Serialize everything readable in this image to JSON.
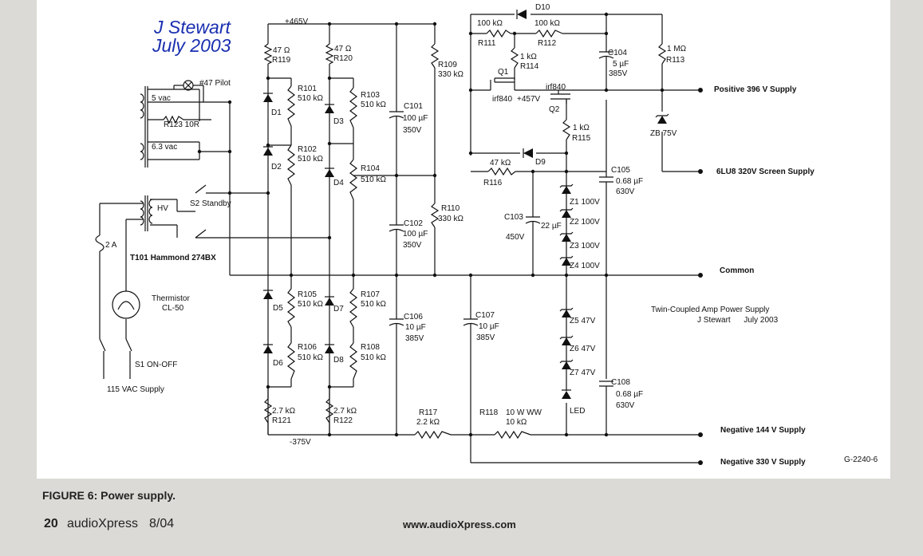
{
  "signature": {
    "name": "J Stewart",
    "date": "July 2003"
  },
  "figure_caption": "FIGURE 6: Power supply.",
  "footer": {
    "page_number": "20",
    "magazine": "audioXpress",
    "issue": "8/04",
    "url": "www.audioXpress.com"
  },
  "drawing_number": "G-2240-6",
  "title_block": {
    "line1": "Twin-Coupled Amp Power Supply",
    "line2": "J Stewart      July 2003"
  },
  "rails": {
    "top": "+465V",
    "bottom": "-375V",
    "q_node": "+457V"
  },
  "outputs": {
    "pos396": "Positive 396 V Supply",
    "screen": "6LU8 320V Screen Supply",
    "common": "Common",
    "neg144": "Negative 144 V Supply",
    "neg330": "Negative 330 V Supply"
  },
  "mains": {
    "pilot": "#47 Pilot",
    "v5": "5 vac",
    "r123": "R123  10R",
    "v63": "6.3 vac",
    "hv": "HV",
    "standby": "S2 Standby",
    "fuse": "2 A",
    "transformer": "T101 Hammond 274BX",
    "thermistor": "Thermistor",
    "thermistor_type": "CL-50",
    "switch": "S1  ON-OFF",
    "supply": "115 VAC Supply"
  },
  "resistors": {
    "r119": {
      "value": "47 Ω",
      "ref": "R119"
    },
    "r120": {
      "value": "47 Ω",
      "ref": "R120"
    },
    "r101": {
      "ref": "R101",
      "value": "510 kΩ"
    },
    "r102": {
      "ref": "R102",
      "value": "510 kΩ"
    },
    "r103": {
      "ref": "R103",
      "value": "510 kΩ"
    },
    "r104": {
      "ref": "R104",
      "value": "510 kΩ"
    },
    "r105": {
      "ref": "R105",
      "value": "510 kΩ"
    },
    "r106": {
      "ref": "R106",
      "value": "510 kΩ"
    },
    "r107": {
      "ref": "R107",
      "value": "510 kΩ"
    },
    "r108": {
      "ref": "R108",
      "value": "510 kΩ"
    },
    "r109": {
      "ref": "R109",
      "value": "330 kΩ"
    },
    "r110": {
      "ref": "R110",
      "value": "330 kΩ"
    },
    "r111": {
      "value": "100 kΩ",
      "ref": "R111"
    },
    "r112": {
      "value": "100 kΩ",
      "ref": "R112"
    },
    "r113": {
      "value": "1 MΩ",
      "ref": "R113"
    },
    "r114": {
      "value": "1 kΩ",
      "ref": "R114"
    },
    "r115": {
      "value": "1 kΩ",
      "ref": "R115"
    },
    "r116": {
      "value": "47 kΩ",
      "ref": "R116"
    },
    "r117": {
      "ref": "R117",
      "value": "2.2 kΩ"
    },
    "r118": {
      "ref": "R118",
      "value": "10 W WW",
      "value2": "10 kΩ"
    },
    "r121": {
      "value": "2.7 kΩ",
      "ref": "R121"
    },
    "r122": {
      "value": "2.7 kΩ",
      "ref": "R122"
    }
  },
  "capacitors": {
    "c101": {
      "ref": "C101",
      "value": "100 µF",
      "voltage": "350V"
    },
    "c102": {
      "ref": "C102",
      "value": "100 µF",
      "voltage": "350V"
    },
    "c103": {
      "ref": "C103",
      "value": "22 µF",
      "voltage": "450V"
    },
    "c104": {
      "ref": "C104",
      "value": "5 µF",
      "voltage": "385V"
    },
    "c105": {
      "ref": "C105",
      "value": "0.68 µF",
      "voltage": "630V"
    },
    "c106": {
      "ref": "C106",
      "value": "10 µF",
      "voltage": "385V"
    },
    "c107": {
      "ref": "C107",
      "value": "10 µF",
      "voltage": "385V"
    },
    "c108": {
      "ref": "C108",
      "value": "0.68 µF",
      "voltage": "630V"
    }
  },
  "diodes": {
    "d1": "D1",
    "d2": "D2",
    "d3": "D3",
    "d4": "D4",
    "d5": "D5",
    "d6": "D6",
    "d7": "D7",
    "d8": "D8",
    "d9": "D9",
    "d10": "D10",
    "led": "LED"
  },
  "zeners": {
    "zb": "ZB 75V",
    "z1": "Z1 100V",
    "z2": "Z2 100V",
    "z3": "Z3 100V",
    "z4": "Z4 100V",
    "z5": "Z5 47V",
    "z6": "Z6 47V",
    "z7": "Z7 47V"
  },
  "transistors": {
    "q1": "Q1",
    "q1_type": "irf840",
    "q2": "Q2",
    "q2_type": "irf840"
  }
}
